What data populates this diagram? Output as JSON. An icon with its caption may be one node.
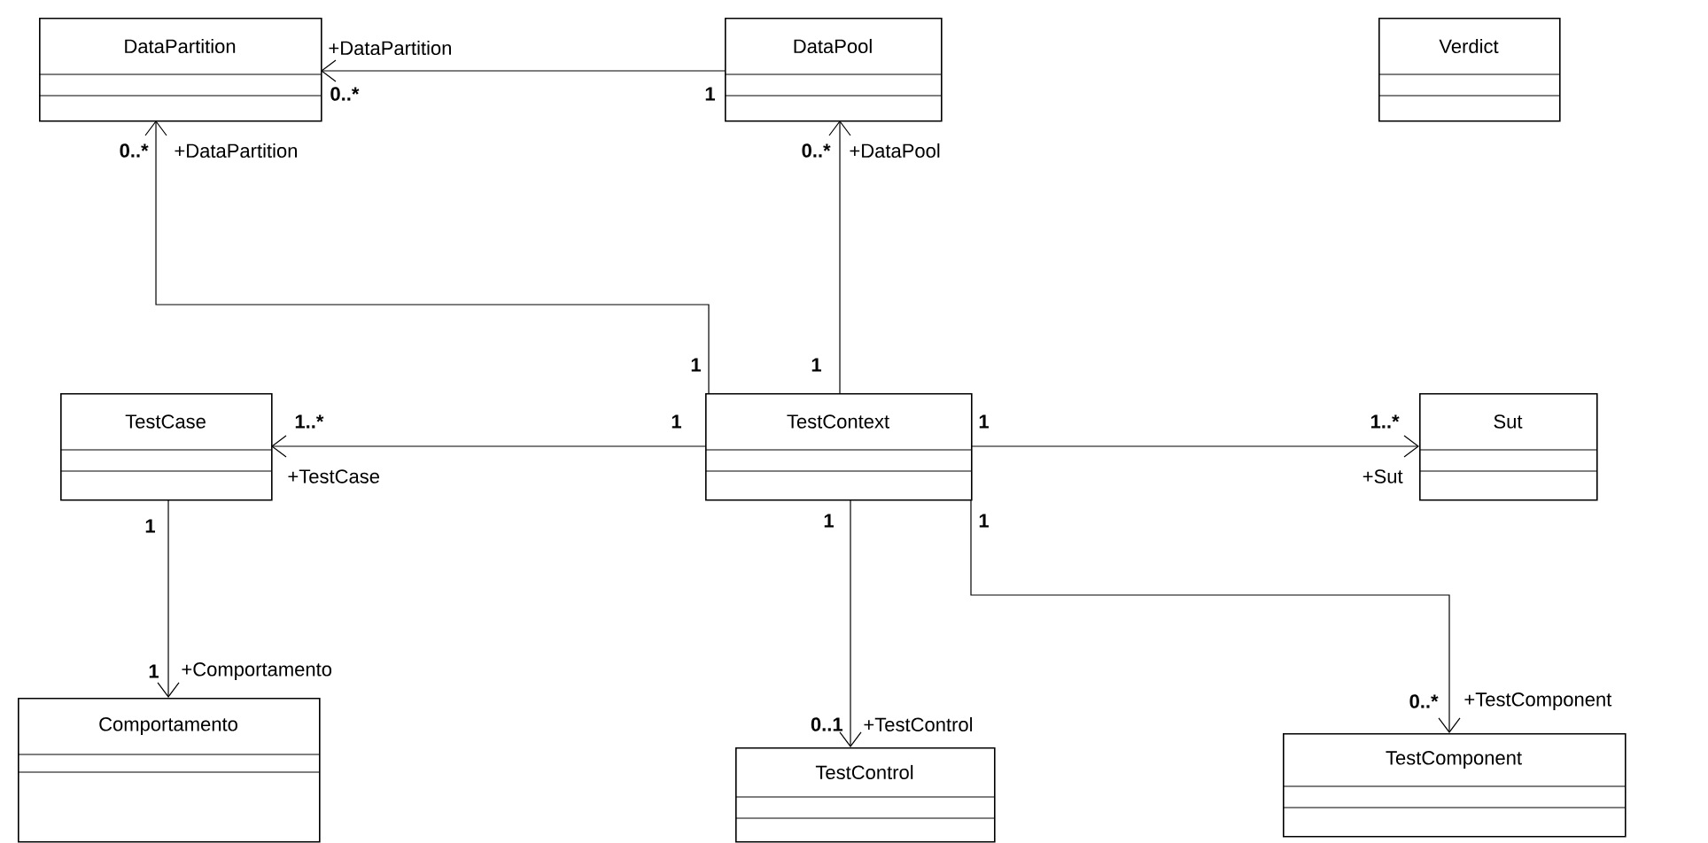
{
  "diagram": {
    "nodes": [
      {
        "text": [
          "DataPartition"
        ]
      },
      {
        "text": [
          "DataPool"
        ]
      },
      {
        "text": [
          "Verdict"
        ]
      },
      {
        "text": [
          "TestCase"
        ]
      },
      {
        "text": [
          "TestContext"
        ]
      },
      {
        "text": [
          "Sut"
        ]
      },
      {
        "text": [
          "Comportamento"
        ]
      },
      {
        "text": [
          "TestControl"
        ]
      },
      {
        "text": [
          "TestComponent"
        ]
      }
    ],
    "edges": [
      {
        "from": 1,
        "to": 0,
        "arrow": "to"
      },
      {
        "from": 4,
        "to": 0,
        "arrow": "to"
      },
      {
        "from": 4,
        "to": 1,
        "arrow": "to"
      },
      {
        "from": 4,
        "to": 3,
        "arrow": "to"
      },
      {
        "from": 4,
        "to": 5,
        "arrow": "to"
      },
      {
        "from": 3,
        "to": 6,
        "arrow": "to"
      },
      {
        "from": 4,
        "to": 7,
        "arrow": "to"
      },
      {
        "from": 4,
        "to": 8,
        "arrow": "to"
      }
    ],
    "labels": [
      "+DataPartition",
      "0..*",
      "1",
      "0..*",
      "+DataPartition",
      "0..*",
      "+DataPool",
      "1",
      "1",
      "1..*",
      "1",
      "1",
      "1..*",
      "+TestCase",
      "+Sut",
      "1",
      "1",
      "1",
      "1",
      "+Comportamento",
      "0..*",
      "+TestComponent",
      "0..1",
      "+TestControl"
    ]
  }
}
